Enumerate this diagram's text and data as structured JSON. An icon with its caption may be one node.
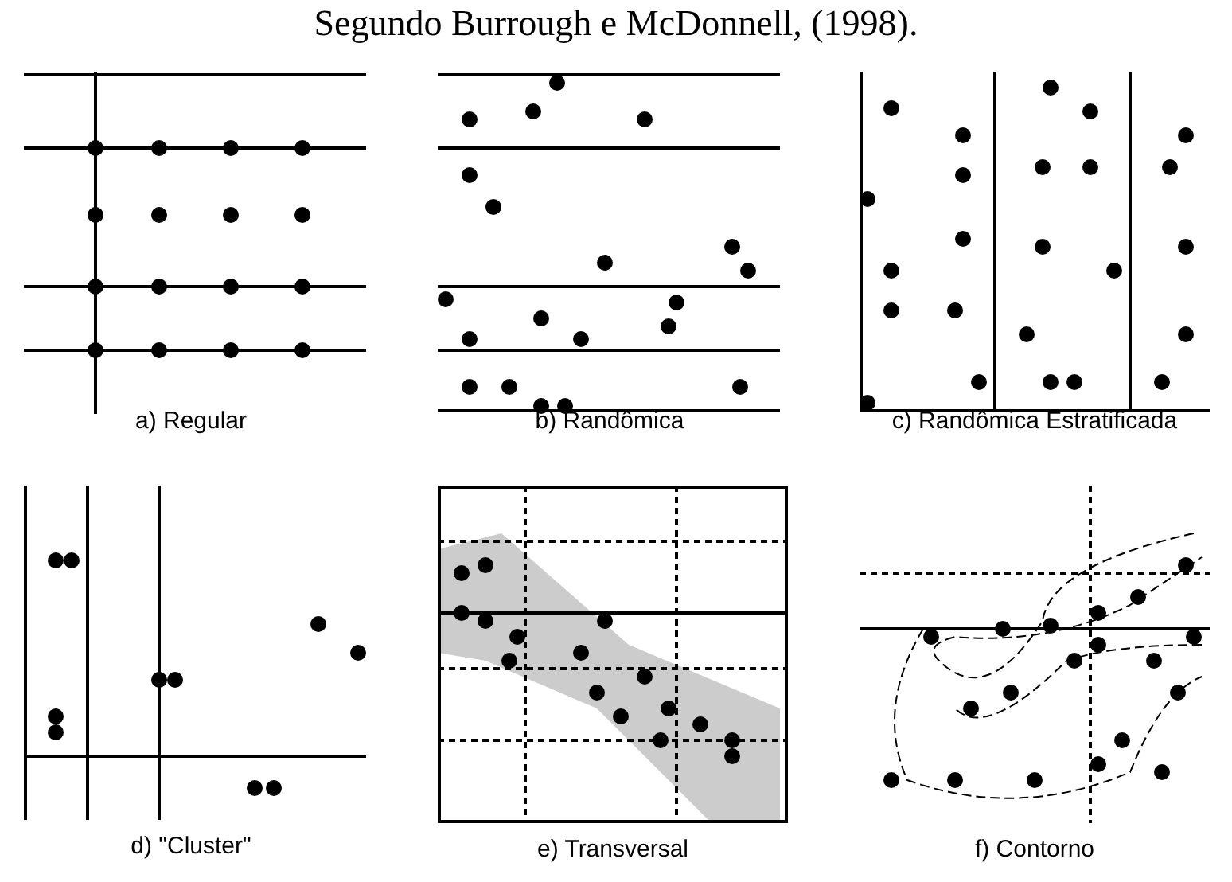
{
  "diagram": {
    "title": "Segundo Burrough e McDonnell, (1998).",
    "labels": [
      "a) Regular",
      "b) Randômica",
      "c) Randômica Estratificada",
      "d) \"Cluster\"",
      "e) Transversal",
      "f) Contorno"
    ]
  }
}
